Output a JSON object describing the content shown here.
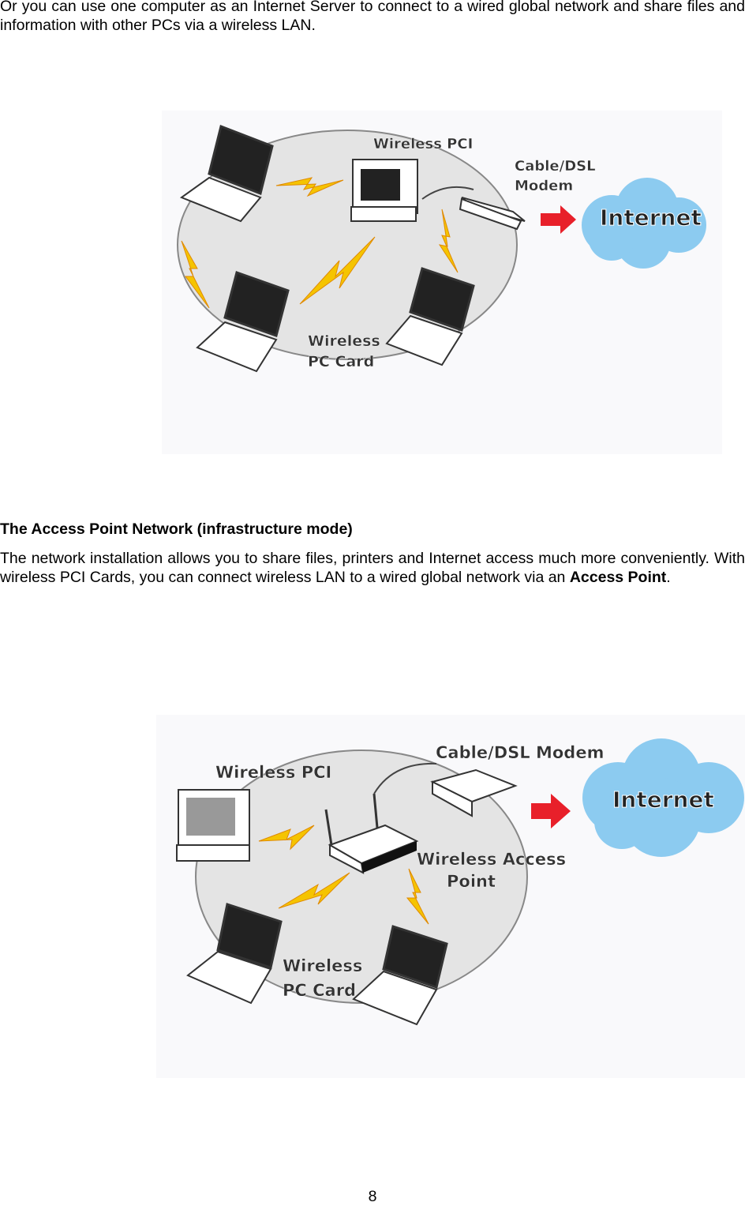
{
  "intro": {
    "text": "Or you can use one computer as an Internet Server to connect to a wired global network and share files and information with other PCs via a wireless LAN."
  },
  "figure1": {
    "labels": {
      "pci": "Wireless PCI",
      "modem_line1": "Cable/DSL",
      "modem_line2": "Modem",
      "internet": "Internet",
      "card_line1": "Wireless",
      "card_line2": "PC Card"
    }
  },
  "section": {
    "heading": "The Access Point Network (infrastructure mode)",
    "body_prefix": "The network installation allows you to share files, printers and Internet access much more conveniently. With wireless PCI Cards, you can connect wireless LAN to a wired global network via an ",
    "body_bold": "Access Point",
    "body_suffix": "."
  },
  "figure2": {
    "labels": {
      "pci": "Wireless PCI",
      "modem": "Cable/DSL Modem",
      "internet": "Internet",
      "ap_line1": "Wireless Access",
      "ap_line2": "Point",
      "card_line1": "Wireless",
      "card_line2": "PC Card"
    }
  },
  "footer": {
    "page_number": "8"
  },
  "colors": {
    "ellipse": "#e6e6e6",
    "cloud": "#8ccbf0",
    "arrow": "#e8202a",
    "lightning": "#f5c400"
  }
}
